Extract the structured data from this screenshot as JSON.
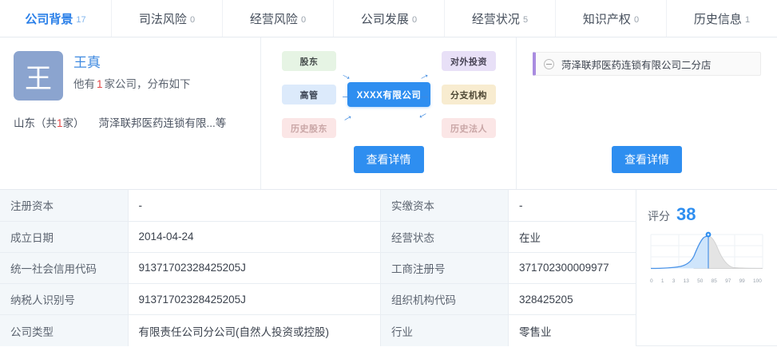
{
  "tabs": [
    {
      "label": "公司背景",
      "count": "17",
      "active": true,
      "width": 140
    },
    {
      "label": "司法风险",
      "count": "0",
      "active": false,
      "width": 139
    },
    {
      "label": "经营风险",
      "count": "0",
      "active": false,
      "width": 139
    },
    {
      "label": "公司发展",
      "count": "0",
      "active": false,
      "width": 139
    },
    {
      "label": "经营状况",
      "count": "5",
      "active": false,
      "width": 139
    },
    {
      "label": "知识产权",
      "count": "0",
      "active": false,
      "width": 139
    },
    {
      "label": "历史信息",
      "count": "1",
      "active": false,
      "width": 138
    }
  ],
  "person_card": {
    "avatar_initial": "王",
    "name": "王真",
    "sub_prefix": "他有",
    "sub_count": "1",
    "sub_suffix": "家公司，分布如下",
    "province": "山东（共",
    "province_count": "1",
    "province_suffix": "家）",
    "company_names": "菏泽联邦医药连锁有限...等"
  },
  "relation_card": {
    "nodes": {
      "shareholder": "股东",
      "executive": "高管",
      "hist_shareholder": "历史股东",
      "center": "XXXX有限公司",
      "outbound_investment": "对外投资",
      "branch": "分支机构",
      "hist_legal_person": "历史法人"
    },
    "arrow_glyph": "→",
    "detail_button": "查看详情"
  },
  "branch_card": {
    "items": [
      {
        "label": "菏泽联邦医药连锁有限公司二分店",
        "toggle_icon": "minus-circle-icon"
      }
    ],
    "detail_button": "查看详情"
  },
  "info_table": {
    "rows": [
      {
        "label1": "注册资本",
        "value1": "-",
        "label2": "实缴资本",
        "value2": "-"
      },
      {
        "label1": "成立日期",
        "value1": "2014-04-24",
        "label2": "经营状态",
        "value2": "在业"
      },
      {
        "label1": "统一社会信用代码",
        "value1": "91371702328425205J",
        "label2": "工商注册号",
        "value2": "371702300009977"
      },
      {
        "label1": "纳税人识别号",
        "value1": "91371702328425205J",
        "label2": "组织机构代码",
        "value2": "328425205"
      },
      {
        "label1": "公司类型",
        "value1": "有限责任公司分公司(自然人投资或控股)",
        "label2": "行业",
        "value2": "零售业"
      }
    ]
  },
  "score_panel": {
    "label": "评分",
    "value": "38"
  },
  "chart_data": {
    "type": "area",
    "title": "评分",
    "xlabel": "",
    "ylabel": "",
    "x": [
      0,
      1,
      3,
      13,
      50,
      85,
      97,
      99,
      100
    ],
    "tick_labels": [
      "0",
      "1",
      "3",
      "13",
      "50",
      "85",
      "97",
      "99",
      "100"
    ],
    "values": [
      0,
      1,
      3,
      22,
      100,
      62,
      14,
      4,
      1
    ],
    "marker_value": 38,
    "marker_label": "38",
    "grid": true,
    "legend": "none",
    "fill_color": "#cfe5fb",
    "line_color": "#4a93e8",
    "inactive_color": "#dcdcdc"
  },
  "colors": {
    "accent": "#2e8ef0",
    "tab_active": "#2a7fe8",
    "avatar_bg": "#8ba4cf",
    "branch_bar": "#a98ce0",
    "label_cell_bg": "#f3f7fa",
    "red_number": "#e24545"
  }
}
